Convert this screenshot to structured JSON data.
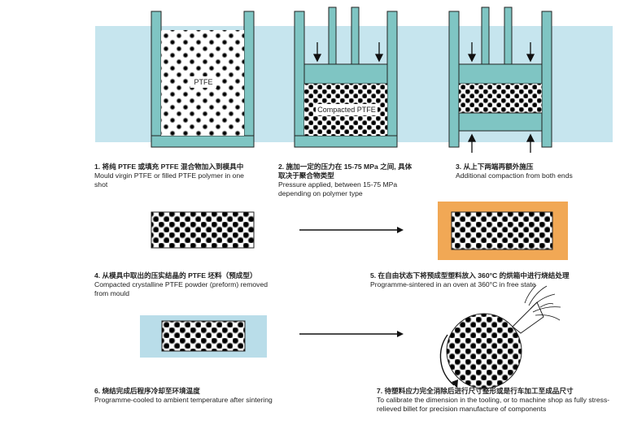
{
  "labels": {
    "ptfe": "PTFE",
    "compacted_ptfe": "Compacted PTFE"
  },
  "steps": [
    {
      "zh": "1. 将纯 PTFE 或填充 PTFE 混合物加入到模具中",
      "en": "Mould virgin PTFE or filled PTFE polymer in one shot"
    },
    {
      "zh": "2. 施加一定的压力在 15-75 MPa 之间, 具体取决于聚合物类型",
      "en": "Pressure applied, between 15-75 MPa depending on polymer type"
    },
    {
      "zh": "3. 从上下两端再额外施压",
      "en": "Additional compaction from both ends"
    },
    {
      "zh": "4. 从模具中取出的压实结晶的 PTFE 坯料（预成型）",
      "en": "Compacted crystalline PTFE powder (preform) removed from mould"
    },
    {
      "zh": "5. 在自由状态下将预成型塑料放入 360°C 的烘箱中进行烧结处理",
      "en": "Programme-sintered in an oven at 360°C in free state"
    },
    {
      "zh": "6. 烧结完成后程序冷却至环境温度",
      "en": "Programme-cooled to ambient temperature after sintering"
    },
    {
      "zh": "7. 待塑料应力完全消除后进行尺寸整形或是行车加工至成品尺寸",
      "en": "To calibrate the dimension in the tooling, or to machine shop as fully stress-relieved billet for precision manufacture of components"
    }
  ],
  "colors": {
    "band": "#c6e5ee",
    "mould": "#7fc5c3",
    "oven": "#f1a855",
    "cool": "#b9dde9",
    "ink": "#1a1a1a"
  }
}
